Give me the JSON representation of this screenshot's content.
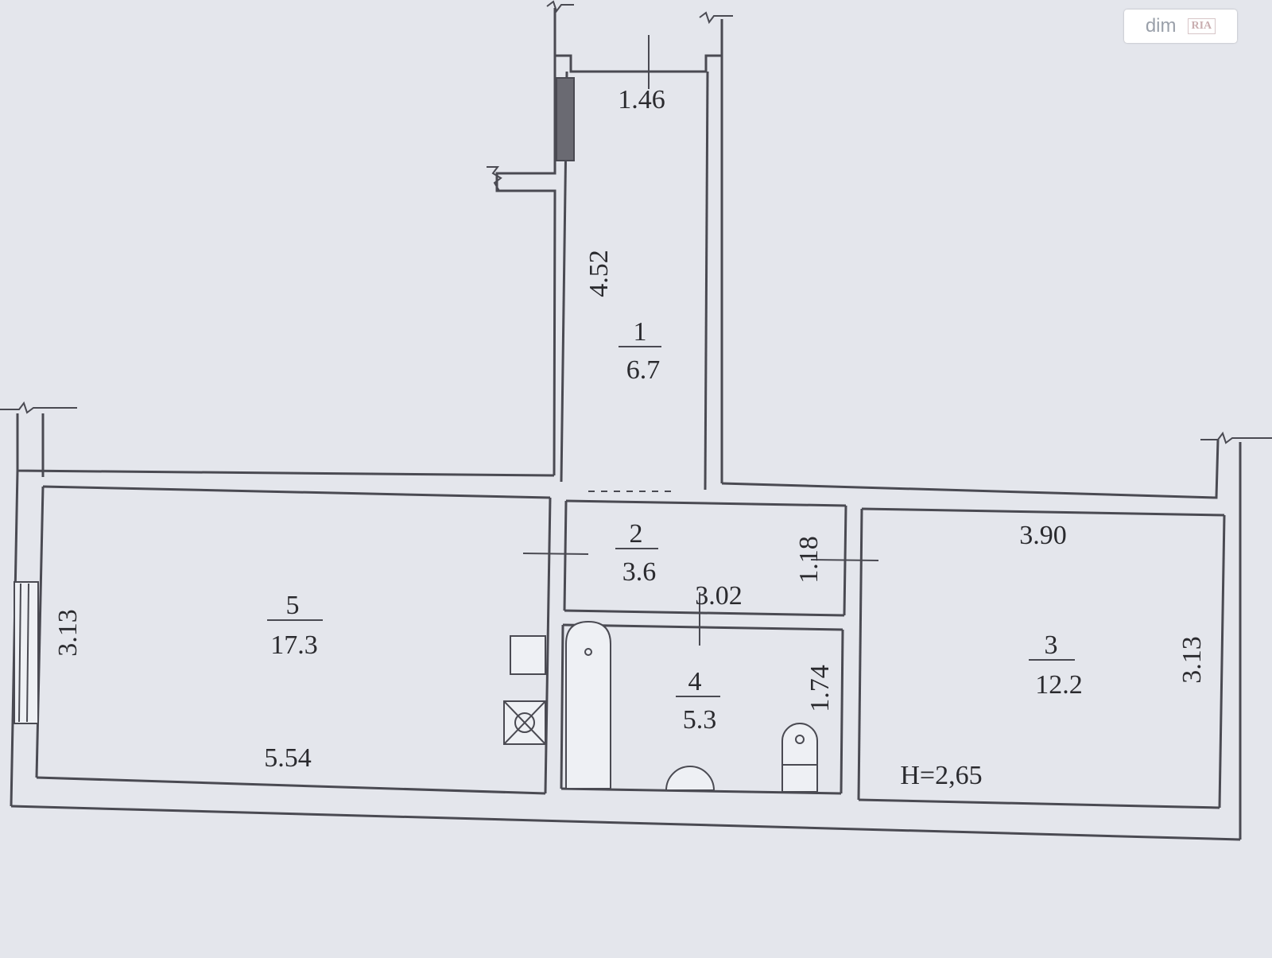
{
  "rooms": [
    {
      "number": "1",
      "area": "6.7"
    },
    {
      "number": "2",
      "area": "3.6"
    },
    {
      "number": "3",
      "area": "12.2"
    },
    {
      "number": "4",
      "area": "5.3"
    },
    {
      "number": "5",
      "area": "17.3"
    }
  ],
  "dimensions": {
    "hall_width": "1.46",
    "hall_length": "4.52",
    "corridor_width": "3.02",
    "corridor_depth": "1.18",
    "bath_depth": "1.74",
    "room3_width": "3.90",
    "room3_depth": "3.13",
    "room5_width": "5.54",
    "room5_depth": "3.13"
  },
  "ceiling_height": "H=2,65",
  "watermark": {
    "text": "dim",
    "badge": "RIA"
  },
  "colors": {
    "paper": "#e4e6ec",
    "ink": "#2a2a2e",
    "wall": "#4a4a52"
  }
}
